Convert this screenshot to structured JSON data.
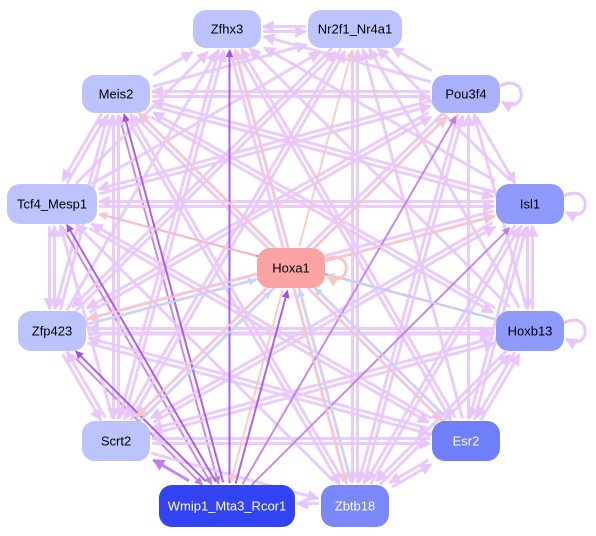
{
  "diagram": {
    "type": "directed-network",
    "colors": {
      "edge_light_purple": "#e8c6fa",
      "edge_purple": "#c27bf0",
      "edge_dark_purple": "#a64cf0",
      "edge_salmon": "#f9c6c0",
      "edge_light_blue": "#c4d6f8"
    },
    "nodes": [
      {
        "id": "Zfhx3",
        "label": "Zfhx3",
        "fill": "#bcc3fd",
        "text_color": "#000000"
      },
      {
        "id": "Nr2f1_Nr4a1",
        "label": "Nr2f1_Nr4a1",
        "fill": "#bcc3fd",
        "text_color": "#000000"
      },
      {
        "id": "Meis2",
        "label": "Meis2",
        "fill": "#bcc3fd",
        "text_color": "#000000"
      },
      {
        "id": "Pou3f4",
        "label": "Pou3f4",
        "fill": "#aab2fd",
        "text_color": "#000000"
      },
      {
        "id": "Tcf4_Mesp1",
        "label": "Tcf4_Mesp1",
        "fill": "#bcc3fd",
        "text_color": "#000000"
      },
      {
        "id": "Isl1",
        "label": "Isl1",
        "fill": "#8f9bfc",
        "text_color": "#000000"
      },
      {
        "id": "Hoxa1",
        "label": "Hoxa1",
        "fill": "#fba3a3",
        "text_color": "#000000"
      },
      {
        "id": "Zfp423",
        "label": "Zfp423",
        "fill": "#bcc3fd",
        "text_color": "#000000"
      },
      {
        "id": "Hoxb13",
        "label": "Hoxb13",
        "fill": "#8f9bfc",
        "text_color": "#000000"
      },
      {
        "id": "Scrt2",
        "label": "Scrt2",
        "fill": "#bcc3fd",
        "text_color": "#000000"
      },
      {
        "id": "Esr2",
        "label": "Esr2",
        "fill": "#6f7ffb",
        "text_color": "#ffffff"
      },
      {
        "id": "Wmip1_Mta3_Rcor1",
        "label": "Wmip1_Mta3_Rcor1",
        "fill": "#3243f4",
        "text_color": "#ffffff"
      },
      {
        "id": "Zbtb18",
        "label": "Zbtb18",
        "fill": "#7a88fb",
        "text_color": "#ffffff"
      }
    ],
    "edges": [
      {
        "from": "Meis2",
        "to": "Zfhx3",
        "color": "edge_light_purple",
        "width": 3
      },
      {
        "from": "Meis2",
        "to": "Nr2f1_Nr4a1",
        "color": "edge_light_purple",
        "width": 3
      },
      {
        "from": "Meis2",
        "to": "Pou3f4",
        "color": "edge_light_purple",
        "width": 3
      },
      {
        "from": "Meis2",
        "to": "Isl1",
        "color": "edge_light_purple",
        "width": 3
      },
      {
        "from": "Meis2",
        "to": "Hoxb13",
        "color": "edge_light_purple",
        "width": 3
      },
      {
        "from": "Meis2",
        "to": "Esr2",
        "color": "edge_light_purple",
        "width": 3
      },
      {
        "from": "Meis2",
        "to": "Tcf4_Mesp1",
        "color": "edge_light_purple",
        "width": 3
      },
      {
        "from": "Meis2",
        "to": "Zfp423",
        "color": "edge_light_purple",
        "width": 3
      },
      {
        "from": "Meis2",
        "to": "Scrt2",
        "color": "edge_light_purple",
        "width": 3
      },
      {
        "from": "Meis2",
        "to": "Zbtb18",
        "color": "edge_light_purple",
        "width": 3
      },
      {
        "from": "Meis2",
        "to": "Wmip1_Mta3_Rcor1",
        "color": "edge_purple",
        "width": 2
      },
      {
        "from": "Pou3f4",
        "to": "Zfhx3",
        "color": "edge_light_purple",
        "width": 3
      },
      {
        "from": "Pou3f4",
        "to": "Nr2f1_Nr4a1",
        "color": "edge_light_purple",
        "width": 3
      },
      {
        "from": "Pou3f4",
        "to": "Meis2",
        "color": "edge_light_purple",
        "width": 3
      },
      {
        "from": "Pou3f4",
        "to": "Tcf4_Mesp1",
        "color": "edge_light_purple",
        "width": 3
      },
      {
        "from": "Pou3f4",
        "to": "Zfp423",
        "color": "edge_light_purple",
        "width": 3
      },
      {
        "from": "Pou3f4",
        "to": "Scrt2",
        "color": "edge_light_purple",
        "width": 3
      },
      {
        "from": "Pou3f4",
        "to": "Isl1",
        "color": "edge_light_purple",
        "width": 3
      },
      {
        "from": "Pou3f4",
        "to": "Zbtb18",
        "color": "edge_light_purple",
        "width": 3
      },
      {
        "from": "Tcf4_Mesp1",
        "to": "Zfhx3",
        "color": "edge_light_purple",
        "width": 3
      },
      {
        "from": "Tcf4_Mesp1",
        "to": "Nr2f1_Nr4a1",
        "color": "edge_light_purple",
        "width": 3
      },
      {
        "from": "Tcf4_Mesp1",
        "to": "Meis2",
        "color": "edge_light_purple",
        "width": 3
      },
      {
        "from": "Tcf4_Mesp1",
        "to": "Pou3f4",
        "color": "edge_light_purple",
        "width": 3
      },
      {
        "from": "Tcf4_Mesp1",
        "to": "Isl1",
        "color": "edge_light_purple",
        "width": 3
      },
      {
        "from": "Tcf4_Mesp1",
        "to": "Esr2",
        "color": "edge_light_purple",
        "width": 3
      },
      {
        "from": "Tcf4_Mesp1",
        "to": "Zfp423",
        "color": "edge_light_purple",
        "width": 3
      },
      {
        "from": "Tcf4_Mesp1",
        "to": "Wmip1_Mta3_Rcor1",
        "color": "edge_purple",
        "width": 2
      },
      {
        "from": "Zfp423",
        "to": "Zfhx3",
        "color": "edge_light_purple",
        "width": 3
      },
      {
        "from": "Zfp423",
        "to": "Nr2f1_Nr4a1",
        "color": "edge_light_purple",
        "width": 3
      },
      {
        "from": "Zfp423",
        "to": "Meis2",
        "color": "edge_light_purple",
        "width": 3
      },
      {
        "from": "Zfp423",
        "to": "Pou3f4",
        "color": "edge_light_purple",
        "width": 3
      },
      {
        "from": "Zfp423",
        "to": "Isl1",
        "color": "edge_light_purple",
        "width": 3
      },
      {
        "from": "Zfp423",
        "to": "Hoxb13",
        "color": "edge_light_purple",
        "width": 4
      },
      {
        "from": "Zfp423",
        "to": "Esr2",
        "color": "edge_light_purple",
        "width": 3
      },
      {
        "from": "Zfp423",
        "to": "Tcf4_Mesp1",
        "color": "edge_light_purple",
        "width": 3
      },
      {
        "from": "Zfp423",
        "to": "Scrt2",
        "color": "edge_light_purple",
        "width": 3
      },
      {
        "from": "Zfp423",
        "to": "Wmip1_Mta3_Rcor1",
        "color": "edge_purple",
        "width": 2
      },
      {
        "from": "Scrt2",
        "to": "Zfhx3",
        "color": "edge_light_purple",
        "width": 3
      },
      {
        "from": "Scrt2",
        "to": "Nr2f1_Nr4a1",
        "color": "edge_light_purple",
        "width": 3
      },
      {
        "from": "Scrt2",
        "to": "Meis2",
        "color": "edge_light_purple",
        "width": 3
      },
      {
        "from": "Scrt2",
        "to": "Pou3f4",
        "color": "edge_light_purple",
        "width": 3
      },
      {
        "from": "Scrt2",
        "to": "Isl1",
        "color": "edge_light_purple",
        "width": 3
      },
      {
        "from": "Scrt2",
        "to": "Hoxb13",
        "color": "edge_light_purple",
        "width": 3
      },
      {
        "from": "Scrt2",
        "to": "Tcf4_Mesp1",
        "color": "edge_light_purple",
        "width": 3
      },
      {
        "from": "Scrt2",
        "to": "Zfp423",
        "color": "edge_light_purple",
        "width": 3
      },
      {
        "from": "Scrt2",
        "to": "Esr2",
        "color": "edge_light_purple",
        "width": 3
      },
      {
        "from": "Scrt2",
        "to": "Zbtb18",
        "color": "edge_light_purple",
        "width": 3
      },
      {
        "from": "Isl1",
        "to": "Zfhx3",
        "color": "edge_light_purple",
        "width": 3
      },
      {
        "from": "Isl1",
        "to": "Nr2f1_Nr4a1",
        "color": "edge_light_purple",
        "width": 3
      },
      {
        "from": "Isl1",
        "to": "Meis2",
        "color": "edge_light_purple",
        "width": 3
      },
      {
        "from": "Isl1",
        "to": "Tcf4_Mesp1",
        "color": "edge_light_purple",
        "width": 3
      },
      {
        "from": "Isl1",
        "to": "Zfp423",
        "color": "edge_light_purple",
        "width": 3
      },
      {
        "from": "Isl1",
        "to": "Scrt2",
        "color": "edge_light_purple",
        "width": 3
      },
      {
        "from": "Isl1",
        "to": "Hoxb13",
        "color": "edge_light_purple",
        "width": 3
      },
      {
        "from": "Isl1",
        "to": "Esr2",
        "color": "edge_light_purple",
        "width": 3
      },
      {
        "from": "Isl1",
        "to": "Zbtb18",
        "color": "edge_light_purple",
        "width": 3
      },
      {
        "from": "Hoxb13",
        "to": "Zfhx3",
        "color": "edge_light_purple",
        "width": 3
      },
      {
        "from": "Hoxb13",
        "to": "Nr2f1_Nr4a1",
        "color": "edge_light_purple",
        "width": 3
      },
      {
        "from": "Hoxb13",
        "to": "Meis2",
        "color": "edge_light_purple",
        "width": 3
      },
      {
        "from": "Hoxb13",
        "to": "Pou3f4",
        "color": "edge_light_purple",
        "width": 3
      },
      {
        "from": "Hoxb13",
        "to": "Tcf4_Mesp1",
        "color": "edge_purple",
        "width": 2
      },
      {
        "from": "Hoxb13",
        "to": "Zfp423",
        "color": "edge_light_purple",
        "width": 3
      },
      {
        "from": "Hoxb13",
        "to": "Isl1",
        "color": "edge_light_purple",
        "width": 3
      },
      {
        "from": "Hoxb13",
        "to": "Scrt2",
        "color": "edge_light_purple",
        "width": 3
      },
      {
        "from": "Hoxb13",
        "to": "Esr2",
        "color": "edge_light_purple",
        "width": 3
      },
      {
        "from": "Hoxb13",
        "to": "Zbtb18",
        "color": "edge_light_purple",
        "width": 3
      },
      {
        "from": "Esr2",
        "to": "Zfhx3",
        "color": "edge_light_purple",
        "width": 3
      },
      {
        "from": "Esr2",
        "to": "Nr2f1_Nr4a1",
        "color": "edge_light_purple",
        "width": 3
      },
      {
        "from": "Esr2",
        "to": "Meis2",
        "color": "edge_light_purple",
        "width": 3
      },
      {
        "from": "Esr2",
        "to": "Pou3f4",
        "color": "edge_light_purple",
        "width": 3
      },
      {
        "from": "Esr2",
        "to": "Tcf4_Mesp1",
        "color": "edge_light_purple",
        "width": 3
      },
      {
        "from": "Esr2",
        "to": "Zfp423",
        "color": "edge_light_purple",
        "width": 3
      },
      {
        "from": "Esr2",
        "to": "Isl1",
        "color": "edge_light_purple",
        "width": 3
      },
      {
        "from": "Esr2",
        "to": "Hoxb13",
        "color": "edge_light_purple",
        "width": 3
      },
      {
        "from": "Esr2",
        "to": "Scrt2",
        "color": "edge_light_purple",
        "width": 3
      },
      {
        "from": "Esr2",
        "to": "Zbtb18",
        "color": "edge_light_purple",
        "width": 3
      },
      {
        "from": "Zbtb18",
        "to": "Zfhx3",
        "color": "edge_light_purple",
        "width": 3
      },
      {
        "from": "Zbtb18",
        "to": "Nr2f1_Nr4a1",
        "color": "edge_light_purple",
        "width": 3
      },
      {
        "from": "Zbtb18",
        "to": "Meis2",
        "color": "edge_light_purple",
        "width": 3
      },
      {
        "from": "Zbtb18",
        "to": "Pou3f4",
        "color": "edge_light_purple",
        "width": 3
      },
      {
        "from": "Zbtb18",
        "to": "Tcf4_Mesp1",
        "color": "edge_light_purple",
        "width": 3
      },
      {
        "from": "Zbtb18",
        "to": "Isl1",
        "color": "edge_light_purple",
        "width": 3
      },
      {
        "from": "Zbtb18",
        "to": "Hoxb13",
        "color": "edge_light_purple",
        "width": 3
      },
      {
        "from": "Zbtb18",
        "to": "Esr2",
        "color": "edge_light_purple",
        "width": 3
      },
      {
        "from": "Zbtb18",
        "to": "Wmip1_Mta3_Rcor1",
        "color": "edge_light_purple",
        "width": 3
      },
      {
        "from": "Zfhx3",
        "to": "Nr2f1_Nr4a1",
        "color": "edge_light_purple",
        "width": 3
      },
      {
        "from": "Zfhx3",
        "to": "Esr2",
        "color": "edge_light_purple",
        "width": 3
      },
      {
        "from": "Zfhx3",
        "to": "Zbtb18",
        "color": "edge_light_purple",
        "width": 3
      },
      {
        "from": "Zfhx3",
        "to": "Scrt2",
        "color": "edge_light_purple",
        "width": 3
      },
      {
        "from": "Nr2f1_Nr4a1",
        "to": "Zfhx3",
        "color": "edge_light_purple",
        "width": 3
      },
      {
        "from": "Nr2f1_Nr4a1",
        "to": "Scrt2",
        "color": "edge_light_purple",
        "width": 3
      },
      {
        "from": "Nr2f1_Nr4a1",
        "to": "Zbtb18",
        "color": "edge_light_purple",
        "width": 3
      },
      {
        "from": "Nr2f1_Nr4a1",
        "to": "Zfp423",
        "color": "edge_light_purple",
        "width": 3
      },
      {
        "from": "Wmip1_Mta3_Rcor1",
        "to": "Zfhx3",
        "color": "edge_dark_purple",
        "width": 2
      },
      {
        "from": "Wmip1_Mta3_Rcor1",
        "to": "Meis2",
        "color": "edge_dark_purple",
        "width": 2
      },
      {
        "from": "Wmip1_Mta3_Rcor1",
        "to": "Tcf4_Mesp1",
        "color": "edge_dark_purple",
        "width": 2
      },
      {
        "from": "Wmip1_Mta3_Rcor1",
        "to": "Zfp423",
        "color": "edge_dark_purple",
        "width": 2
      },
      {
        "from": "Wmip1_Mta3_Rcor1",
        "to": "Hoxa1",
        "color": "edge_dark_purple",
        "width": 2
      },
      {
        "from": "Wmip1_Mta3_Rcor1",
        "to": "Pou3f4",
        "color": "edge_purple",
        "width": 2
      },
      {
        "from": "Wmip1_Mta3_Rcor1",
        "to": "Isl1",
        "color": "edge_purple",
        "width": 2
      },
      {
        "from": "Wmip1_Mta3_Rcor1",
        "to": "Scrt2",
        "color": "edge_purple",
        "width": 3
      },
      {
        "from": "Hoxa1",
        "to": "Zfhx3",
        "color": "edge_salmon",
        "width": 2
      },
      {
        "from": "Hoxa1",
        "to": "Nr2f1_Nr4a1",
        "color": "edge_salmon",
        "width": 2
      },
      {
        "from": "Hoxa1",
        "to": "Meis2",
        "color": "edge_salmon",
        "width": 2
      },
      {
        "from": "Hoxa1",
        "to": "Pou3f4",
        "color": "edge_salmon",
        "width": 2
      },
      {
        "from": "Hoxa1",
        "to": "Tcf4_Mesp1",
        "color": "edge_salmon",
        "width": 2
      },
      {
        "from": "Hoxa1",
        "to": "Isl1",
        "color": "edge_salmon",
        "width": 2
      },
      {
        "from": "Hoxa1",
        "to": "Zfp423",
        "color": "edge_salmon",
        "width": 2
      },
      {
        "from": "Hoxa1",
        "to": "Scrt2",
        "color": "edge_salmon",
        "width": 2
      },
      {
        "from": "Hoxa1",
        "to": "Esr2",
        "color": "edge_salmon",
        "width": 2
      },
      {
        "from": "Hoxa1",
        "to": "Zbtb18",
        "color": "edge_salmon",
        "width": 2
      },
      {
        "from": "Hoxa1",
        "to": "Wmip1_Mta3_Rcor1",
        "color": "edge_salmon",
        "width": 2
      },
      {
        "from": "Hoxb13",
        "to": "Hoxa1",
        "color": "edge_light_blue",
        "width": 2
      },
      {
        "from": "Esr2",
        "to": "Hoxa1",
        "color": "edge_light_blue",
        "width": 2
      },
      {
        "from": "Zbtb18",
        "to": "Hoxa1",
        "color": "edge_light_blue",
        "width": 2
      },
      {
        "from": "Scrt2",
        "to": "Hoxa1",
        "color": "edge_light_blue",
        "width": 2
      },
      {
        "from": "Zfp423",
        "to": "Hoxa1",
        "color": "edge_light_blue",
        "width": 2
      }
    ],
    "self_loops": [
      {
        "node": "Pou3f4",
        "color": "edge_light_purple"
      },
      {
        "node": "Isl1",
        "color": "edge_light_purple"
      },
      {
        "node": "Hoxb13",
        "color": "edge_light_purple"
      },
      {
        "node": "Hoxa1",
        "color": "edge_salmon"
      }
    ]
  }
}
